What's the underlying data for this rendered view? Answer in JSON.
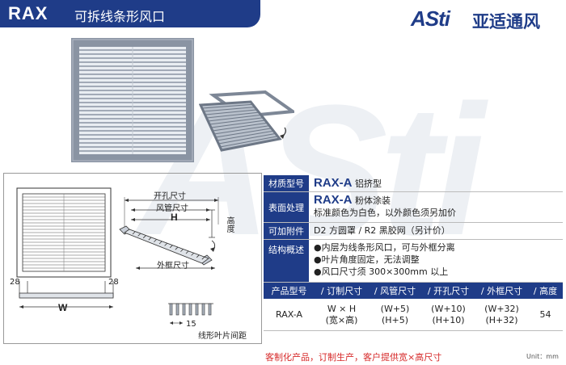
{
  "header": {
    "code": "RAX",
    "title": "可拆线条形风口"
  },
  "brand": {
    "latin": "ASti",
    "chinese": "亚适通风"
  },
  "drawing": {
    "dim_28_left": "28",
    "dim_28_right": "28",
    "dim_w": "W",
    "dim_h": "H",
    "label_open_hole": "开孔尺寸",
    "label_duct": "风管尺寸",
    "label_height": "高度",
    "label_outer": "外框尺寸",
    "dim_15": "15",
    "label_blade_spacing": "线形叶片间距"
  },
  "spec": {
    "material": {
      "label": "材质型号",
      "model": "RAX-A",
      "desc": "铝挤型"
    },
    "surface": {
      "label": "表面处理",
      "model": "RAX-A",
      "desc": "粉体涂装",
      "line2": "标准颜色为白色，以外颜色须另加价"
    },
    "accessories": {
      "label": "可加附件",
      "text": "D2 方圆罩 / R2 黑胶网（另计价）"
    },
    "structure": {
      "label": "结构概述",
      "items": [
        "●内层为线条形风口，可与外框分离",
        "●叶片角度固定，无法调整",
        "●风口尺寸须 300×300mm 以上"
      ]
    }
  },
  "table": {
    "headers": [
      "产品型号",
      "/ 订制尺寸",
      "/ 风管尺寸",
      "/ 开孔尺寸",
      "/ 外框尺寸",
      "/ 高度"
    ],
    "row": {
      "model": "RAX-A",
      "custom_1": "W × H",
      "custom_2": "(宽×高)",
      "duct_1": "(W+5)",
      "duct_2": "(H+5)",
      "hole_1": "(W+10)",
      "hole_2": "(H+10)",
      "frame_1": "(W+32)",
      "frame_2": "(H+32)",
      "height": "54"
    }
  },
  "footer": {
    "note": "客制化产品，订制生产，客户提供宽×高尺寸",
    "unit": "Unit：mm"
  },
  "colors": {
    "brand_blue": "#1f3c88",
    "accent_red": "#d62828",
    "grille_gray": "#8a94a3"
  }
}
